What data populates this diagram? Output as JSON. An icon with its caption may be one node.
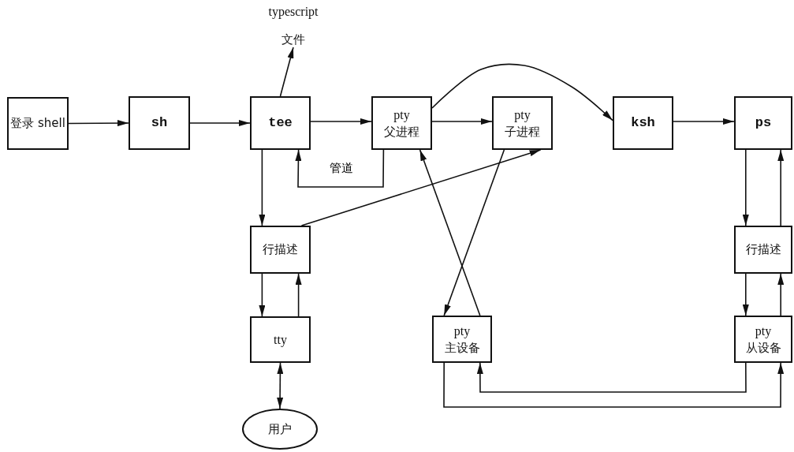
{
  "diagram": {
    "nodes": [
      {
        "text": [
          "登录 shell"
        ]
      },
      {
        "text": [
          "sh"
        ]
      },
      {
        "text": [
          "tee"
        ]
      },
      {
        "text": [
          "typescript",
          "文件"
        ]
      },
      {
        "text": [
          "pty",
          "父进程"
        ]
      },
      {
        "text": [
          "pty",
          "子进程"
        ]
      },
      {
        "text": [
          "ksh"
        ]
      },
      {
        "text": [
          "ps"
        ]
      },
      {
        "text": [
          "行描述"
        ]
      },
      {
        "text": [
          "tty"
        ]
      },
      {
        "text": [
          "用户"
        ]
      },
      {
        "text": [
          "pty",
          "主设备"
        ]
      },
      {
        "text": [
          "行描述"
        ]
      },
      {
        "text": [
          "pty",
          "从设备"
        ]
      }
    ],
    "edges": [
      {
        "from": 0,
        "to": 1,
        "arrow": "to"
      },
      {
        "from": 1,
        "to": 2,
        "arrow": "to"
      },
      {
        "from": 2,
        "to": 3,
        "arrow": "to"
      },
      {
        "from": 2,
        "to": 4,
        "arrow": "to"
      },
      {
        "from": 4,
        "to": 5,
        "arrow": "to"
      },
      {
        "from": 4,
        "to": 6,
        "arrow": "to"
      },
      {
        "from": 6,
        "to": 7,
        "arrow": "to"
      },
      {
        "from": 4,
        "to": 2,
        "arrow": "to",
        "label": "管道"
      },
      {
        "from": 2,
        "to": 8,
        "arrow": "to"
      },
      {
        "from": 8,
        "to": 5,
        "arrow": "to"
      },
      {
        "from": 8,
        "to": 9,
        "arrow": "to"
      },
      {
        "from": 9,
        "to": 8,
        "arrow": "to"
      },
      {
        "from": 9,
        "to": 10,
        "arrow": "both"
      },
      {
        "from": 5,
        "to": 11,
        "arrow": "to"
      },
      {
        "from": 11,
        "to": 4,
        "arrow": "to"
      },
      {
        "from": 7,
        "to": 12,
        "arrow": "to"
      },
      {
        "from": 12,
        "to": 7,
        "arrow": "to"
      },
      {
        "from": 12,
        "to": 13,
        "arrow": "to"
      },
      {
        "from": 13,
        "to": 12,
        "arrow": "to"
      },
      {
        "from": 13,
        "to": 11,
        "arrow": "to"
      },
      {
        "from": 11,
        "to": 13,
        "arrow": "to"
      }
    ]
  }
}
